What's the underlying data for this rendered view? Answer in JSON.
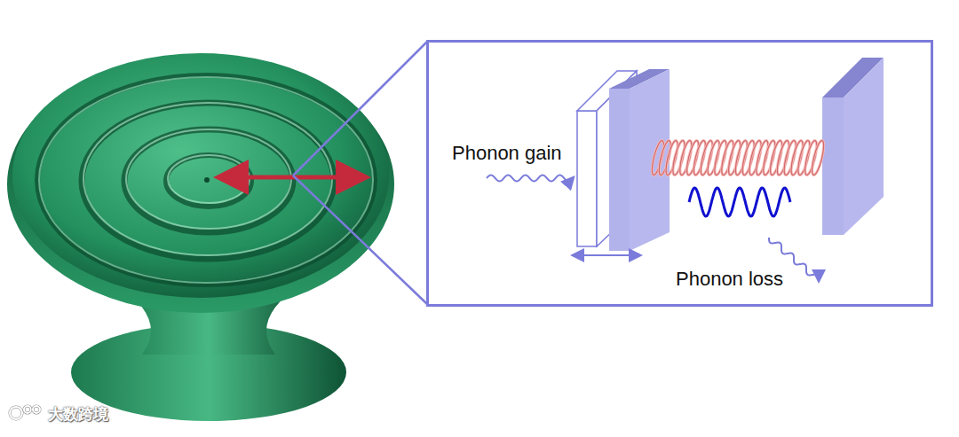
{
  "diagram": {
    "nodes": [
      {
        "text": [
          "Phonon gain",
          "Phonon loss"
        ]
      }
    ],
    "labels": [
      "大数跨境"
    ]
  }
}
